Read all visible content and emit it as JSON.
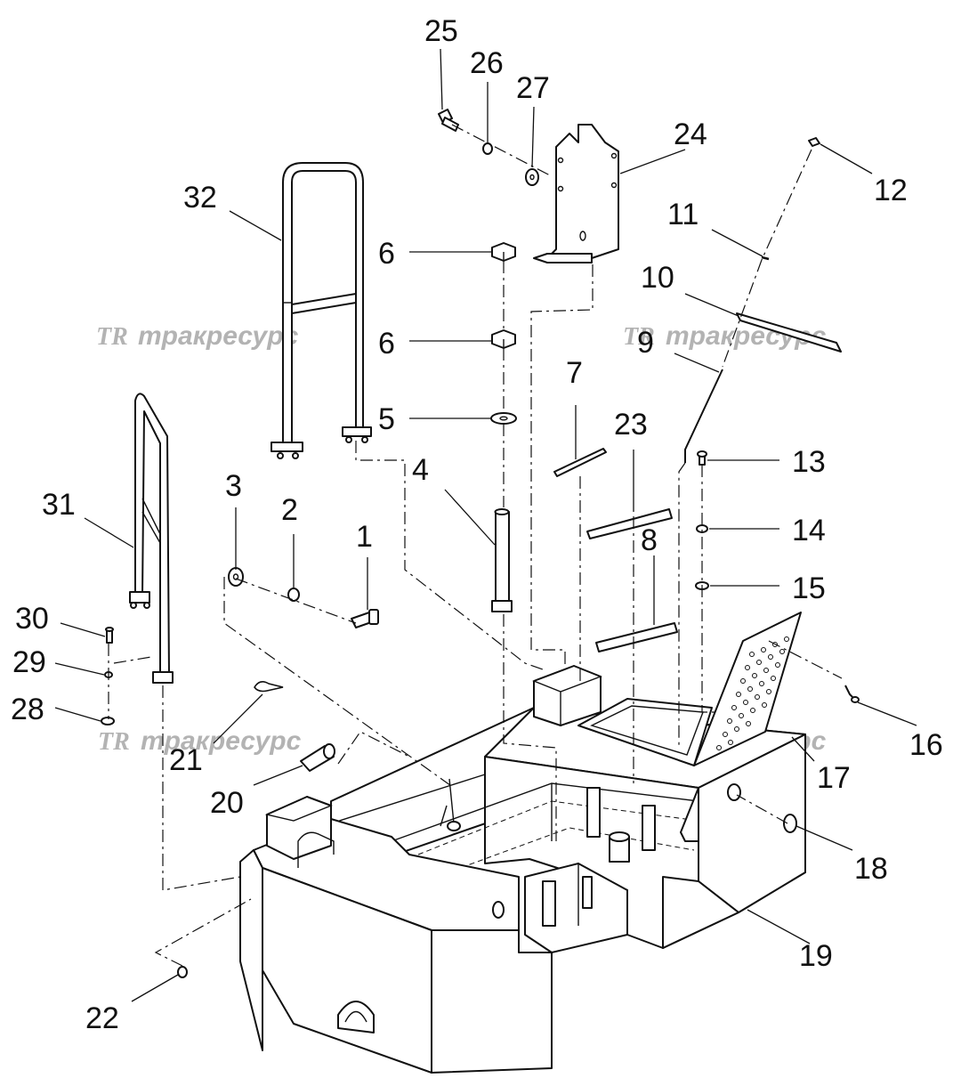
{
  "watermark": {
    "text": "тракресурс",
    "logo": "TR"
  },
  "callouts": [
    {
      "n": "1"
    },
    {
      "n": "2"
    },
    {
      "n": "3"
    },
    {
      "n": "4"
    },
    {
      "n": "5"
    },
    {
      "n": "6"
    },
    {
      "n": "6"
    },
    {
      "n": "7"
    },
    {
      "n": "8"
    },
    {
      "n": "9"
    },
    {
      "n": "10"
    },
    {
      "n": "11"
    },
    {
      "n": "12"
    },
    {
      "n": "13"
    },
    {
      "n": "14"
    },
    {
      "n": "15"
    },
    {
      "n": "16"
    },
    {
      "n": "17"
    },
    {
      "n": "18"
    },
    {
      "n": "19"
    },
    {
      "n": "20"
    },
    {
      "n": "21"
    },
    {
      "n": "22"
    },
    {
      "n": "23"
    },
    {
      "n": "24"
    },
    {
      "n": "25"
    },
    {
      "n": "26"
    },
    {
      "n": "27"
    },
    {
      "n": "28"
    },
    {
      "n": "29"
    },
    {
      "n": "30"
    },
    {
      "n": "31"
    },
    {
      "n": "32"
    }
  ]
}
